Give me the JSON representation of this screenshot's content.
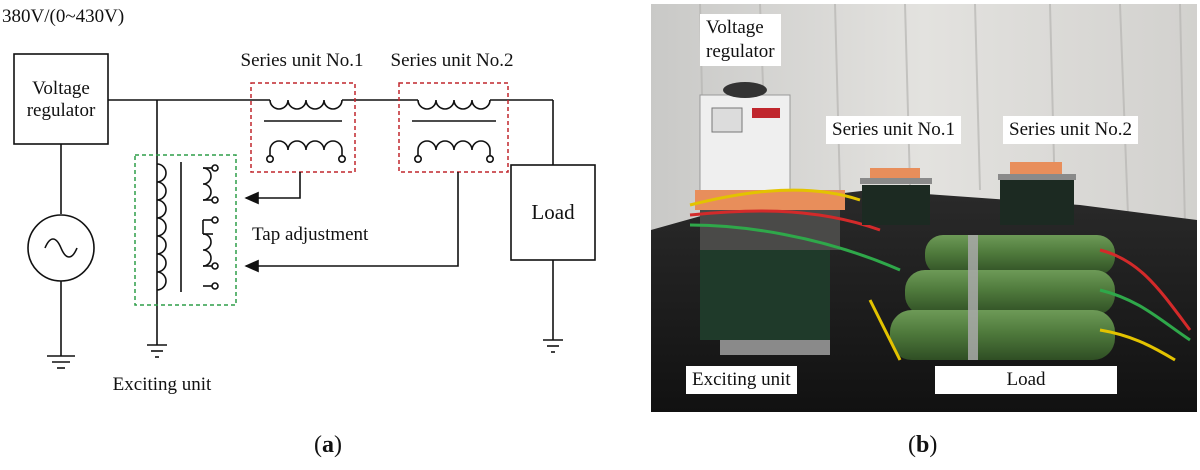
{
  "panel_a": {
    "supply_label": "380V/(0~430V)",
    "voltage_regulator_line1": "Voltage",
    "voltage_regulator_line2": "regulator",
    "series_unit_1": "Series unit No.1",
    "series_unit_2": "Series unit No.2",
    "load": "Load",
    "tap_adjustment": "Tap adjustment",
    "exciting_unit": "Exciting unit",
    "caption_open": "(",
    "caption_letter": "a",
    "caption_close": ")"
  },
  "panel_b": {
    "voltage_regulator_line1": "Voltage",
    "voltage_regulator_line2": "regulator",
    "series_unit_1": "Series unit No.1",
    "series_unit_2": "Series unit No.2",
    "exciting_unit": "Exciting unit",
    "load": "Load",
    "caption_open": "(",
    "caption_letter": "b",
    "caption_close": ")"
  },
  "colors": {
    "wire": "#111111",
    "series_box": "#c0262d",
    "exciting_box": "#2e9e48",
    "resistor_green": "#4f7a3c",
    "backdrop": "#d7d7d7"
  }
}
